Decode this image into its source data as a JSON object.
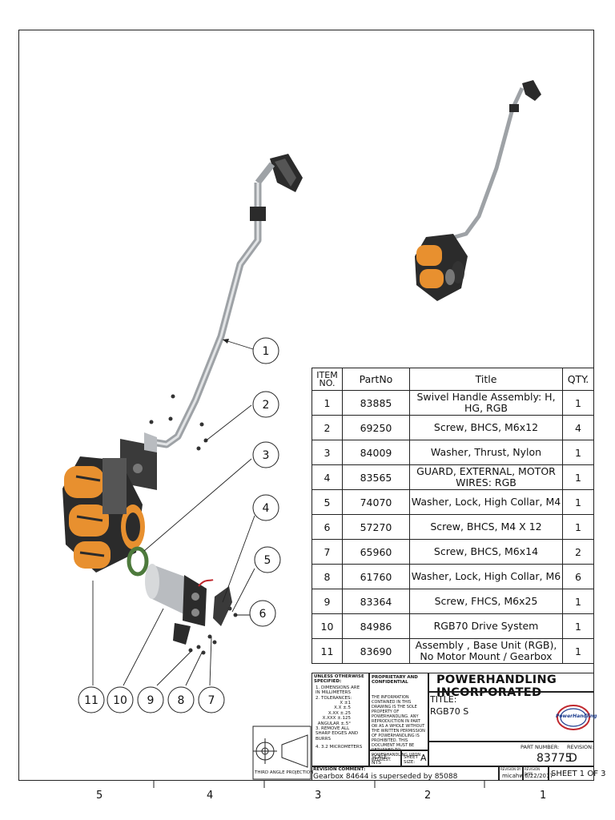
{
  "bom": {
    "headers": {
      "item": "ITEM NO.",
      "part": "PartNo",
      "title": "Title",
      "qty": "QTY."
    },
    "rows": [
      {
        "item": "1",
        "part": "83885",
        "title": "Swivel Handle Assembly: H, HG, RGB",
        "qty": "1"
      },
      {
        "item": "2",
        "part": "69250",
        "title": "Screw, BHCS, M6x12",
        "qty": "4"
      },
      {
        "item": "3",
        "part": "84009",
        "title": "Washer, Thrust, Nylon",
        "qty": "1"
      },
      {
        "item": "4",
        "part": "83565",
        "title": "GUARD, EXTERNAL, MOTOR WIRES: RGB",
        "qty": "1"
      },
      {
        "item": "5",
        "part": "74070",
        "title": "Washer, Lock, High Collar, M4",
        "qty": "1"
      },
      {
        "item": "6",
        "part": "57270",
        "title": "Screw, BHCS, M4 X 12",
        "qty": "1"
      },
      {
        "item": "7",
        "part": "65960",
        "title": "Screw, BHCS, M6x14",
        "qty": "2"
      },
      {
        "item": "8",
        "part": "61760",
        "title": "Washer, Lock, High Collar, M6",
        "qty": "6"
      },
      {
        "item": "9",
        "part": "83364",
        "title": "Screw, FHCS, M6x25",
        "qty": "1"
      },
      {
        "item": "10",
        "part": "84986",
        "title": "RGB70 Drive System",
        "qty": "1"
      },
      {
        "item": "11",
        "part": "83690",
        "title": "Assembly , Base Unit (RGB), No Motor Mount / Gearbox",
        "qty": "1"
      }
    ]
  },
  "titleblock": {
    "company": "POWERHANDLING INCORPORATED",
    "title_label": "TITLE:",
    "title_value": "RGB70 S",
    "proprietary_heading": "PROPRIETARY AND CONFIDENTIAL",
    "proprietary_text": "THE INFORMATION CONTAINED IN THIS DRAWING IS THE SOLE PROPERTY OF POWERHANDLING. ANY REPRODUCTION IN PART OR AS A WHOLE WITHOUT THE WRITTEN PERMISSION OF POWERHANDLING IS PROHIBITED. THIS DOCUMENT MUST BE RETURNED TO POWERHANDLING UPON REQUEST.",
    "unless_heading": "UNLESS OTHERWISE SPECIFIED:",
    "notes": [
      "1. DIMENSIONS ARE IN MILLIMETERS",
      "2. TOLERANCES:",
      "X  ±1",
      "X.X  ±.5",
      "X.XX  ±.25",
      "X.XXX  ±.125",
      "ANGULAR  ±.5°",
      "3. REMOVE ALL SHARP EDGES AND BURRS",
      "4. 3.2  MICROMETERS"
    ],
    "scale": "SCALE: NTS",
    "sheet_size_label": "SHEET SIZE:",
    "sheet_size": "A",
    "part_number_label": "PART NUMBER:",
    "part_number": "83775",
    "revision_label": "REVISION:",
    "revision": "D",
    "revision_comment_label": "REVISION COMMENT:",
    "revision_comment": "Gearbox 84644 is superseded by 85088",
    "revision_by_label": "REVISION BY",
    "revision_by": "micahw",
    "revision_date_label": "REVISION DATE",
    "revision_date": "6/22/2017",
    "sheet": "SHEET 1 OF 3",
    "projection": "THIRD ANGLE PROJECTION",
    "logo_text": "PowerHandling"
  },
  "balloons": [
    "1",
    "2",
    "3",
    "4",
    "5",
    "6",
    "7",
    "8",
    "9",
    "10",
    "11"
  ],
  "zones": [
    "5",
    "4",
    "3",
    "2",
    "1"
  ],
  "colors": {
    "orange": "#e8902f",
    "steel": "#b9bcc0",
    "dark": "#2b2b2b",
    "green": "#4d7a3c",
    "logo_red": "#c0272d",
    "logo_blue": "#1d3d8f"
  }
}
